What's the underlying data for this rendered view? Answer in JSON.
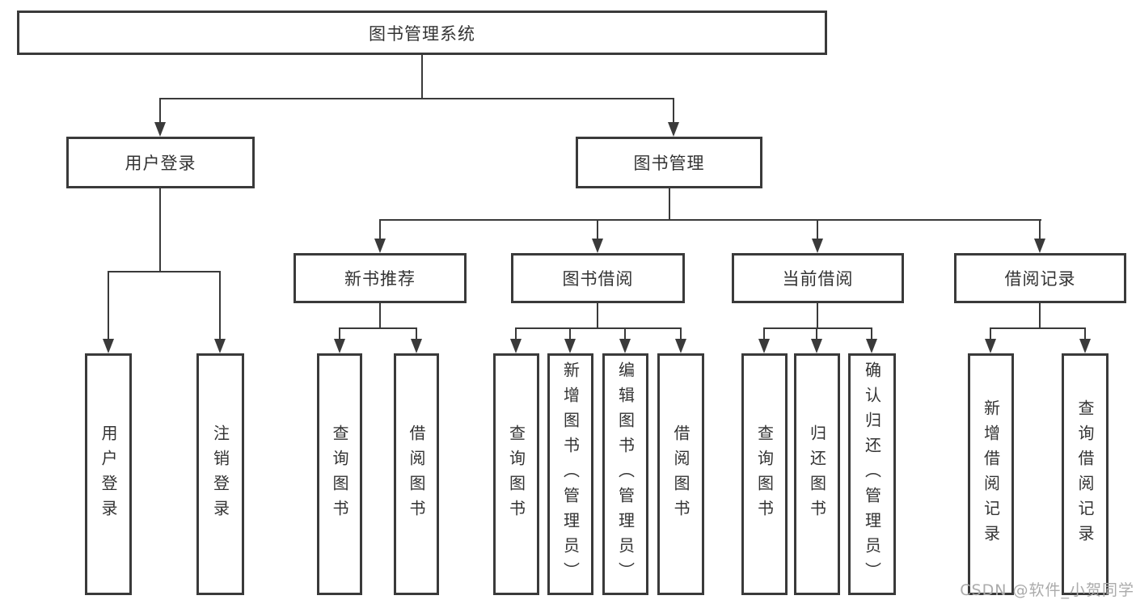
{
  "title_box": "图书管理系统",
  "branches": {
    "user": {
      "label": "用户登录",
      "leaves": [
        "用户登录",
        "注销登录"
      ]
    },
    "book": {
      "label": "图书管理",
      "sections": [
        {
          "label": "新书推荐",
          "leaves": [
            "查询图书",
            "借阅图书"
          ]
        },
        {
          "label": "图书借阅",
          "leaves": [
            "查询图书",
            "新增图书（管理员）",
            "编辑图书（管理员）",
            "借阅图书"
          ]
        },
        {
          "label": "当前借阅",
          "leaves": [
            "查询图书",
            "归还图书",
            "确认归还（管理员）"
          ]
        },
        {
          "label": "借阅记录",
          "leaves": [
            "新增借阅记录",
            "查询借阅记录"
          ]
        }
      ]
    }
  },
  "watermark": "CSDN @软件_小贺同学",
  "colors": {
    "line": "#3a3a3a",
    "text": "#333333",
    "watermark": "#ababab",
    "background": "#ffffff"
  }
}
